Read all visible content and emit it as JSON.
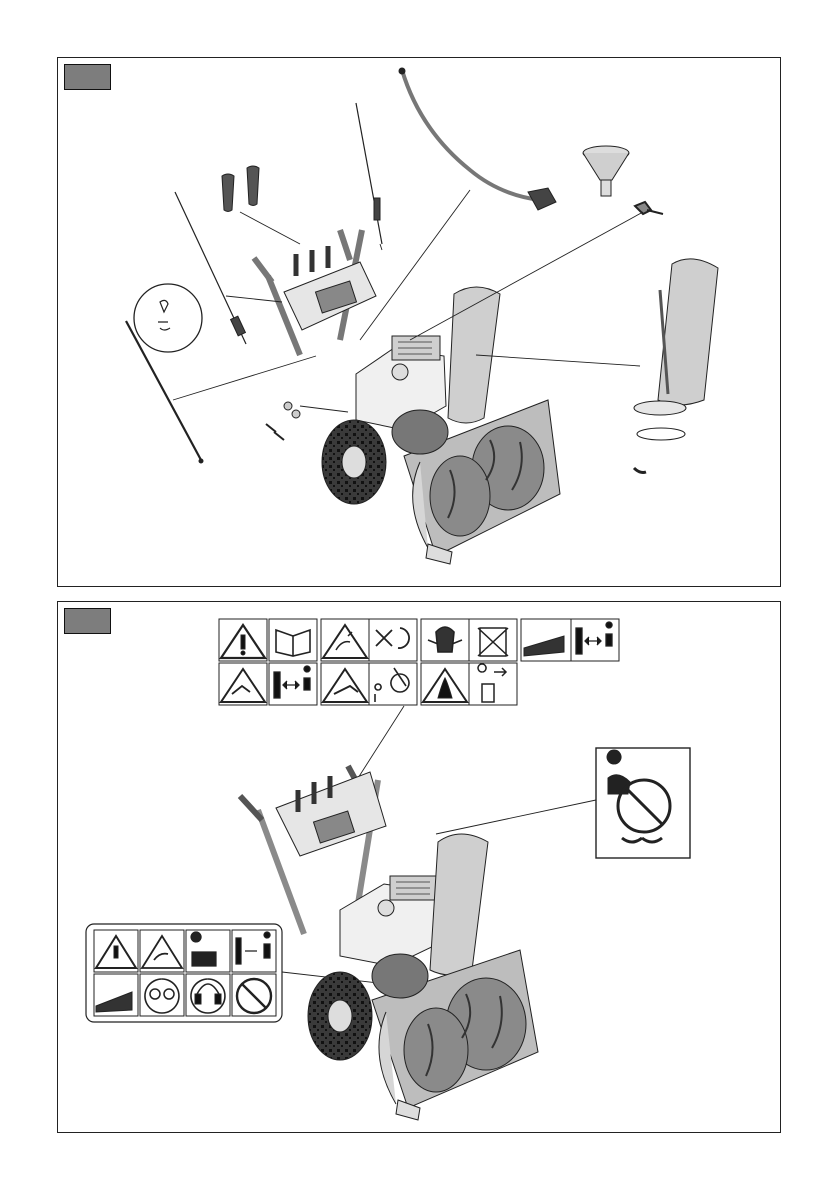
{
  "figures": [
    {
      "id": "fig-1",
      "label": "",
      "subject": "snow-blower-assembly-exploded-view"
    },
    {
      "id": "fig-2",
      "label": "",
      "subject": "snow-blower-safety-decal-locations"
    }
  ],
  "decals": {
    "top_sheet_row1": [
      "warning-triangle-icon",
      "read-manual-icon",
      "thrown-objects-icon",
      "rotating-parts-icon",
      "hand-auger-injury-icon",
      "no-chute-clearing-icon",
      "auger-entanglement-icon",
      "keep-distance-icon"
    ],
    "top_sheet_row2": [
      "slip-hazard-icon",
      "keep-distance-icon",
      "foot-auger-injury-icon",
      "no-children-icon",
      "fire-hazard-icon",
      "fuel-shutoff-icon"
    ],
    "chute_decal": [
      "operator-icon",
      "no-hand-in-chute-icon"
    ],
    "housing_decal_row1": [
      "warning-triangle-icon",
      "thrown-objects-icon",
      "read-manual-icon",
      "keep-distance-icon"
    ],
    "housing_decal_row2": [
      "auger-entanglement-icon",
      "eye-protection-icon",
      "ear-protection-icon",
      "no-fire-icon"
    ]
  }
}
